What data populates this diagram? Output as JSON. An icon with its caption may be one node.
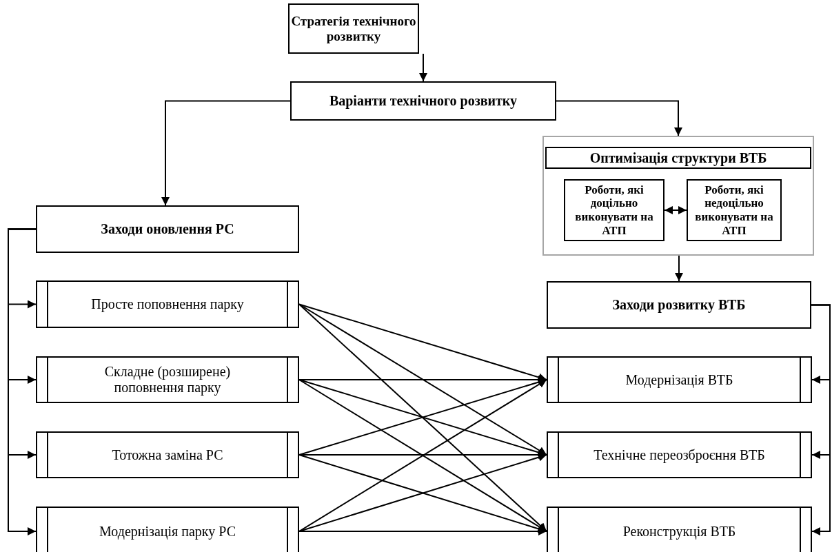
{
  "diagram": {
    "nodes": [
      {
        "text": [
          "Стратегія технічного розвитку"
        ]
      },
      {
        "text": [
          "Варіанти технічного розвитку"
        ]
      },
      {
        "text": [],
        "shape": "box"
      },
      {
        "text": [
          "Оптимізація структури ВТБ"
        ],
        "in": 2
      },
      {
        "text": [
          "Роботи, які доцільно виконувати на АТП"
        ],
        "in": 2
      },
      {
        "text": [
          "Роботи, які недоцільно виконувати на АТП"
        ],
        "in": 2
      },
      {
        "text": [
          "Заходи оновлення РС"
        ]
      },
      {
        "text": [
          "Просте поповнення парку"
        ]
      },
      {
        "text": [
          "Складне (розширене) поповнення парку"
        ]
      },
      {
        "text": [
          "Тотожна заміна  РС"
        ]
      },
      {
        "text": [
          "Модернізація парку РС"
        ]
      },
      {
        "text": [
          "Заходи розвитку ВТБ"
        ]
      },
      {
        "text": [
          "Модернізація ВТБ"
        ]
      },
      {
        "text": [
          "Технічне переозброєння ВТБ"
        ]
      },
      {
        "text": [
          "Реконструкція ВТБ"
        ]
      }
    ],
    "edges": [
      {
        "from": 0,
        "to": 1,
        "arrow": "to"
      },
      {
        "from": 1,
        "to": 6,
        "arrow": "to"
      },
      {
        "from": 1,
        "to": 2,
        "arrow": "to"
      },
      {
        "from": 4,
        "to": 5,
        "arrow": "both"
      },
      {
        "from": 2,
        "to": 11,
        "arrow": "to"
      },
      {
        "from": 6,
        "to": 7,
        "arrow": "to"
      },
      {
        "from": 6,
        "to": 8,
        "arrow": "to"
      },
      {
        "from": 6,
        "to": 9,
        "arrow": "to"
      },
      {
        "from": 6,
        "to": 10,
        "arrow": "to"
      },
      {
        "from": 11,
        "to": 12,
        "arrow": "to"
      },
      {
        "from": 11,
        "to": 13,
        "arrow": "to"
      },
      {
        "from": 11,
        "to": 14,
        "arrow": "to"
      },
      {
        "from": 7,
        "to": 12,
        "arrow": "to"
      },
      {
        "from": 7,
        "to": 13,
        "arrow": "to"
      },
      {
        "from": 7,
        "to": 14,
        "arrow": "to"
      },
      {
        "from": 8,
        "to": 12,
        "arrow": "to"
      },
      {
        "from": 8,
        "to": 13,
        "arrow": "to"
      },
      {
        "from": 8,
        "to": 14,
        "arrow": "to"
      },
      {
        "from": 9,
        "to": 12,
        "arrow": "to"
      },
      {
        "from": 9,
        "to": 13,
        "arrow": "to"
      },
      {
        "from": 9,
        "to": 14,
        "arrow": "to"
      },
      {
        "from": 10,
        "to": 12,
        "arrow": "to"
      },
      {
        "from": 10,
        "to": 13,
        "arrow": "to"
      },
      {
        "from": 10,
        "to": 14,
        "arrow": "to"
      }
    ]
  }
}
